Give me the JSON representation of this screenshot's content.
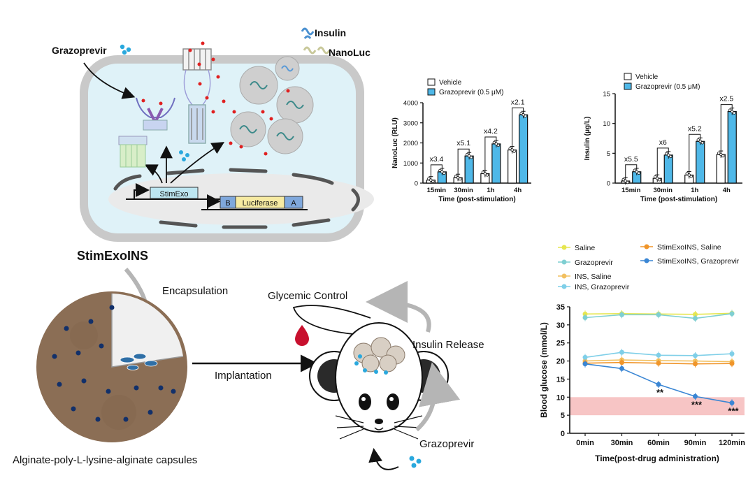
{
  "labels": {
    "grazoprevir_top": "Grazoprevir",
    "insulin": "Insulin",
    "nanoluc": "NanoLuc",
    "stimexo": "StimExo",
    "gene_b": "B",
    "gene_luciferase": "Luciferase",
    "gene_a": "A",
    "construct_name": "StimExoINS",
    "encapsulation": "Encapsulation",
    "capsules": "Alginate-poly-L-lysine-alginate capsules",
    "implantation": "Implantation",
    "glycemic_control": "Glycemic Control",
    "insulin_release": "Insulin Release",
    "grazoprevir_bottom": "Grazoprevir"
  },
  "colors": {
    "vehicle_bar": "#ffffff",
    "treatment_bar": "#4fb8e8",
    "hypo_band": "#f7c5c5",
    "cell_fill": "#dff2f8",
    "cell_border": "#c9c9c9",
    "drug_dot": "#29a8dd",
    "red_dot": "#e02020"
  },
  "chart_data": [
    {
      "type": "bar",
      "ylabel": "NanoLuc (RLU)",
      "xlabel": "Time (post-stimulation)",
      "categories": [
        "15min",
        "30min",
        "1h",
        "4h"
      ],
      "ylim": [
        0,
        4000
      ],
      "yticks": [
        "0",
        "1000",
        "2000",
        "3000",
        "4000"
      ],
      "series": [
        {
          "name": "Vehicle",
          "values": [
            150,
            270,
            470,
            1650
          ]
        },
        {
          "name": "Grazoprevir (0.5 μM)",
          "values": [
            560,
            1350,
            1950,
            3400
          ]
        }
      ],
      "annotations": [
        "x3.4",
        "x5.1",
        "x4.2",
        "x2.1"
      ],
      "legend": "top-left"
    },
    {
      "type": "bar",
      "ylabel": "Insulin (μg/L)",
      "xlabel": "Time (post-stimulation)",
      "categories": [
        "15min",
        "30min",
        "1h",
        "4h"
      ],
      "ylim": [
        0,
        15
      ],
      "yticks": [
        "0",
        "5",
        "10",
        "15"
      ],
      "series": [
        {
          "name": "Vehicle",
          "values": [
            0.35,
            0.8,
            1.35,
            4.8
          ]
        },
        {
          "name": "Grazoprevir (0.5 μM)",
          "values": [
            1.9,
            4.7,
            7.0,
            12.0
          ]
        }
      ],
      "annotations": [
        "x5.5",
        "x6",
        "x5.2",
        "x2.5"
      ],
      "legend": "top-left"
    },
    {
      "type": "line",
      "ylabel": "Blood glucose (mmol/L)",
      "xlabel": "Time(post-drug administration)",
      "categories": [
        "0min",
        "30min",
        "60min",
        "90min",
        "120min"
      ],
      "ylim": [
        0,
        35
      ],
      "yticks": [
        "0",
        "5",
        "10",
        "15",
        "20",
        "25",
        "30",
        "35"
      ],
      "hypo_band": [
        5,
        10
      ],
      "series": [
        {
          "name": "Saline",
          "color": "#e6e650",
          "values": [
            33.0,
            33.1,
            33.0,
            32.9,
            33.2
          ]
        },
        {
          "name": "Grazoprevir",
          "color": "#7fcfd2",
          "values": [
            32.0,
            32.8,
            32.8,
            31.8,
            33.1
          ]
        },
        {
          "name": "INS, Saline",
          "color": "#f2c060",
          "values": [
            20.0,
            20.3,
            20.1,
            20.0,
            19.8
          ]
        },
        {
          "name": "INS, Grazoprevir",
          "color": "#7fcfe8",
          "values": [
            21.0,
            22.4,
            21.6,
            21.5,
            22.0
          ]
        },
        {
          "name": "StimExoINS, Saline",
          "color": "#f0952a",
          "values": [
            19.4,
            19.6,
            19.4,
            19.2,
            19.3
          ]
        },
        {
          "name": "StimExoINS, Grazoprevir",
          "color": "#3a86d4",
          "values": [
            19.2,
            17.9,
            13.5,
            10.2,
            8.4
          ]
        }
      ],
      "significance": [
        "",
        "",
        "**",
        "***",
        "***"
      ],
      "legend": "top"
    }
  ]
}
